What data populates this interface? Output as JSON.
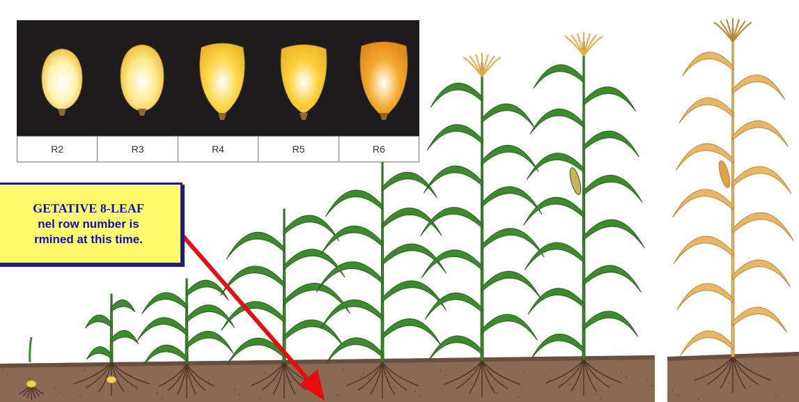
{
  "kernel_stages": [
    "R2",
    "R3",
    "R4",
    "R5",
    "R6"
  ],
  "kernel_colors": [
    "#fff3b0",
    "#ffe98a",
    "#ffd84a",
    "#ffcf36",
    "#f5a82b"
  ],
  "callout": {
    "line1": "GETATIVE 8-LEAF",
    "line2": "nel row number is",
    "line3": "rmined at this time."
  },
  "colors": {
    "soil": "#8a6a52",
    "soil_dark": "#6b4f3c",
    "leaf": "#3e8a2e",
    "leaf_dark": "#25601c",
    "dry_leaf": "#e8b766",
    "dry_leaf_dark": "#b88535",
    "tassel": "#e8a93e",
    "root": "#4a3527",
    "arrow": "#e80c0c"
  }
}
